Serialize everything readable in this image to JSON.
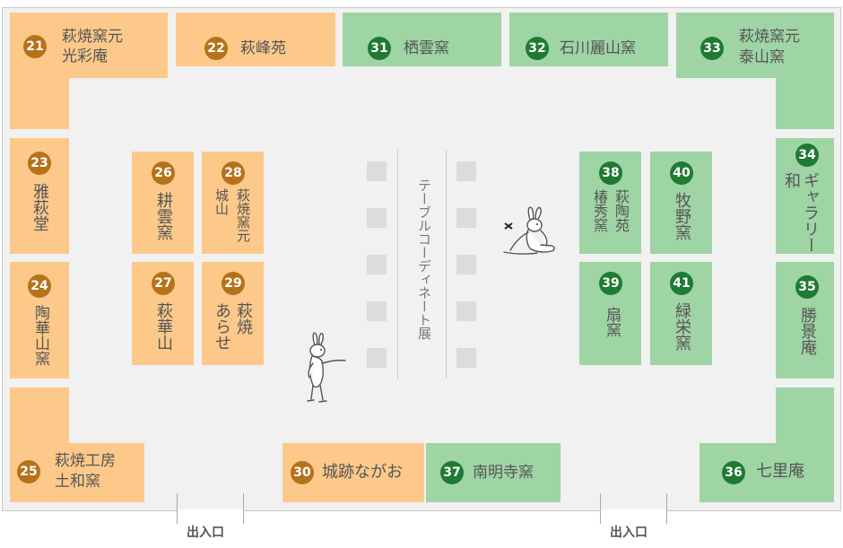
{
  "colors": {
    "orange_booth": "#fcc98a",
    "green_booth": "#9fd4a5",
    "orange_badge": "#b6721a",
    "green_badge": "#1f7a33",
    "floor": "#f1f1f1"
  },
  "booths": {
    "b21": {
      "num": "21",
      "l1": "萩焼窯元",
      "l2": "光彩庵"
    },
    "b22": {
      "num": "22",
      "l1": "萩峰苑"
    },
    "b23": {
      "num": "23",
      "l1": "雅萩堂"
    },
    "b24": {
      "num": "24",
      "l1": "陶華山窯"
    },
    "b25": {
      "num": "25",
      "l1": "萩焼工房",
      "l2": "土和窯"
    },
    "b26": {
      "num": "26",
      "l1": "耕雲窯"
    },
    "b27": {
      "num": "27",
      "l1": "萩華山"
    },
    "b28": {
      "num": "28",
      "l1": "萩焼窯元",
      "l2": "城山"
    },
    "b29": {
      "num": "29",
      "l1": "萩焼",
      "l2": "あらせ"
    },
    "b30": {
      "num": "30",
      "l1": "城跡ながお"
    },
    "b31": {
      "num": "31",
      "l1": "栖雲窯"
    },
    "b32": {
      "num": "32",
      "l1": "石川麗山窯"
    },
    "b33": {
      "num": "33",
      "l1": "萩焼窯元",
      "l2": "泰山窯"
    },
    "b34": {
      "num": "34",
      "l1": "ギャラリー",
      "l2": "和"
    },
    "b35": {
      "num": "35",
      "l1": "勝景庵"
    },
    "b36": {
      "num": "36",
      "l1": "七里庵"
    },
    "b37": {
      "num": "37",
      "l1": "南明寺窯"
    },
    "b38": {
      "num": "38",
      "l1": "萩陶苑",
      "l2": "椿秀窯"
    },
    "b39": {
      "num": "39",
      "l1": "扇窯"
    },
    "b40": {
      "num": "40",
      "l1": "牧野窯"
    },
    "b41": {
      "num": "41",
      "l1": "緑栄窯"
    }
  },
  "table_exhibit": "テーブルコーディネート展",
  "entrances": [
    "出入口",
    "出入口"
  ]
}
